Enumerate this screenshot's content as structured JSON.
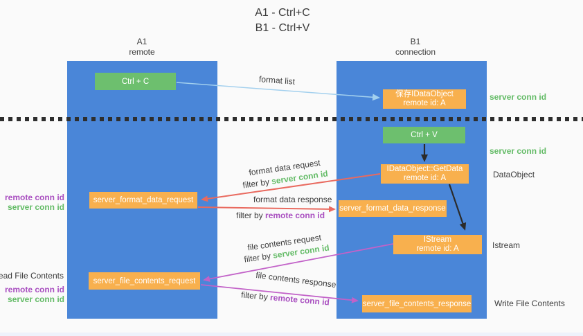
{
  "title": {
    "line1": "A1 - Ctrl+C",
    "line2": "B1 - Ctrl+V"
  },
  "lanes": {
    "a1": {
      "name": "A1",
      "subtitle": "remote"
    },
    "b1": {
      "name": "B1",
      "subtitle": "connection"
    }
  },
  "nodes": {
    "ctrl_c": {
      "label": "Ctrl + C"
    },
    "ctrl_v": {
      "label": "Ctrl + V"
    },
    "save_idataobject": {
      "line1": "保存IDataObject",
      "line2": "remote id: A"
    },
    "getdata": {
      "line1": "IDataObject::GetData",
      "line2": "remote id: A"
    },
    "istream": {
      "line1": "IStream",
      "line2": "remote id: A"
    },
    "format_request": {
      "label": "server_format_data_request"
    },
    "format_response": {
      "label": "server_format_data_response"
    },
    "file_request": {
      "label": "server_file_contents_request"
    },
    "file_response": {
      "label": "server_file_contents_response"
    }
  },
  "labels": {
    "format_list": "format list",
    "format_data_request": "format data request",
    "format_data_response": "format data response",
    "file_contents_request": "file contents request",
    "file_contents_response": "file contents response",
    "filter_by": "filter by",
    "server_conn_id": "server conn id",
    "remote_conn_id": "remote conn id",
    "dataobject": "DataObject",
    "istream": "Istream",
    "read_file_contents": "Read File Contents",
    "write_file_contents": "Write File Contents"
  },
  "colors": {
    "lane_blue": "#4a86d8",
    "node_orange": "#f8b04e",
    "node_green": "#6dbf6e",
    "arrow_salmon": "#e96a5f",
    "arrow_magenta": "#c262c8",
    "arrow_lightblue": "#a3d0ee",
    "arrow_black": "#2b2b2b",
    "text_green": "#63bb66",
    "text_purple": "#a94fc0"
  }
}
